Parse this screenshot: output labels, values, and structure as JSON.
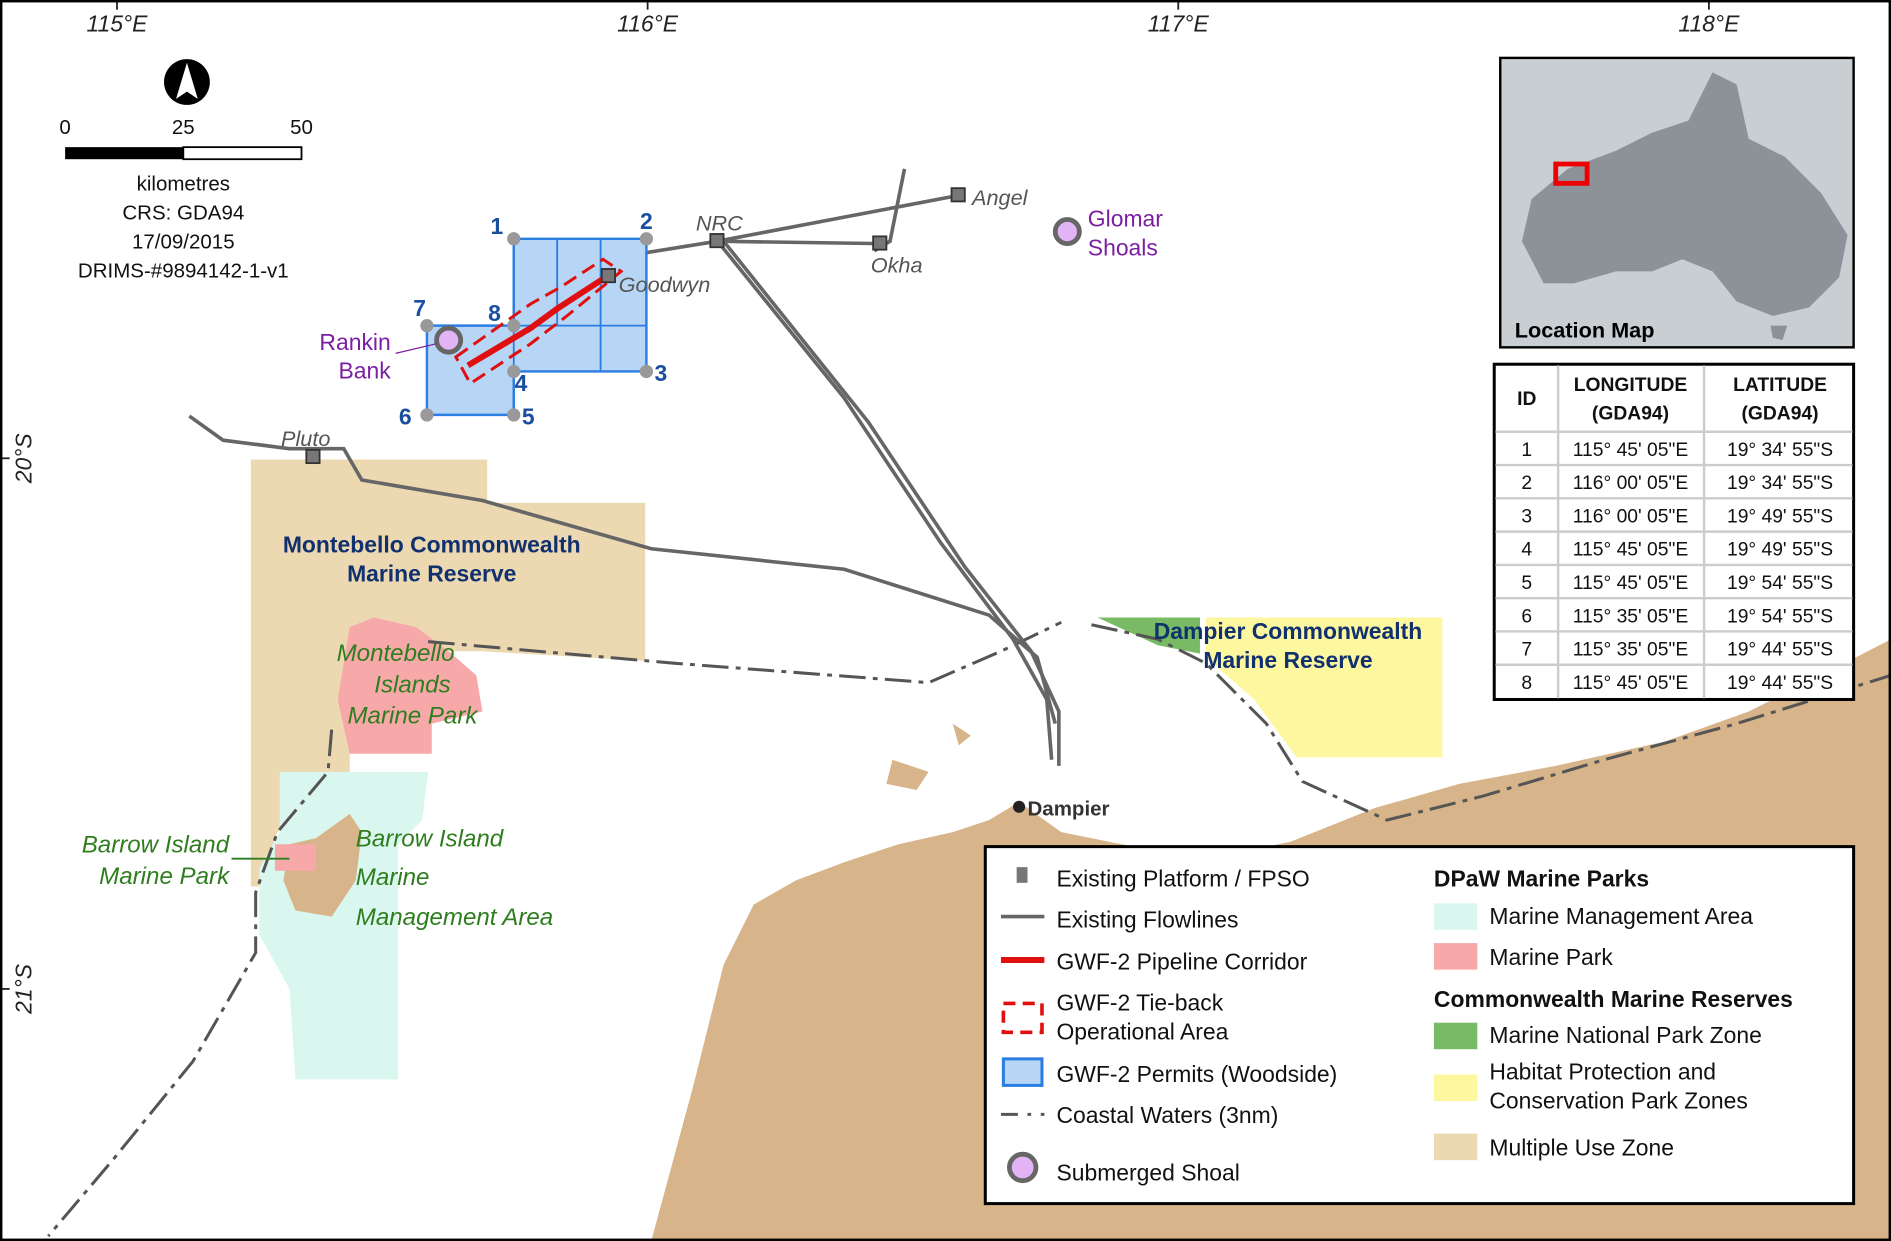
{
  "grid": {
    "longitudes": [
      "115°E",
      "116°E",
      "117°E",
      "118°E"
    ],
    "latitudes": [
      "20°S",
      "21°S"
    ]
  },
  "scale": {
    "ticks": [
      "0",
      "25",
      "50"
    ],
    "unit": "kilometres",
    "crs": "CRS: GDA94",
    "date": "17/09/2015",
    "doc_id": "DRIMS-#9894142-1-v1"
  },
  "platforms": [
    "Angel",
    "NRC",
    "Goodwyn",
    "Okha",
    "Pluto"
  ],
  "places": {
    "dampier": "Dampier"
  },
  "shoals": {
    "glomar": [
      "Glomar",
      "Shoals"
    ],
    "rankin": [
      "Rankin",
      "Bank"
    ]
  },
  "permit_points": [
    "1",
    "2",
    "3",
    "4",
    "5",
    "6",
    "7",
    "8"
  ],
  "reserves": {
    "montebello_cmr": [
      "Montebello Commonwealth",
      "Marine Reserve"
    ],
    "dampier_cmr": [
      "Dampier Commonwealth",
      "Marine Reserve"
    ]
  },
  "parks": {
    "montebello_islands": [
      "Montebello",
      "Islands",
      "Marine Park"
    ],
    "barrow_park": [
      "Barrow Island",
      "Marine Park"
    ],
    "barrow_mma": [
      "Barrow Island",
      "Marine",
      "Management Area"
    ]
  },
  "inset": {
    "title": "Location Map"
  },
  "coords_table": {
    "headers": [
      [
        "ID"
      ],
      [
        "LONGITUDE",
        "(GDA94)"
      ],
      [
        "LATITUDE",
        "(GDA94)"
      ]
    ],
    "rows": [
      [
        "1",
        "115° 45' 05\"E",
        "19° 34' 55\"S"
      ],
      [
        "2",
        "116° 00' 05\"E",
        "19° 34' 55\"S"
      ],
      [
        "3",
        "116° 00' 05\"E",
        "19° 49' 55\"S"
      ],
      [
        "4",
        "115° 45' 05\"E",
        "19° 49' 55\"S"
      ],
      [
        "5",
        "115° 45' 05\"E",
        "19° 54' 55\"S"
      ],
      [
        "6",
        "115° 35' 05\"E",
        "19° 54' 55\"S"
      ],
      [
        "7",
        "115° 35' 05\"E",
        "19° 44' 55\"S"
      ],
      [
        "8",
        "115° 45' 05\"E",
        "19° 44' 55\"S"
      ]
    ]
  },
  "legend": {
    "left": [
      "Existing Platform / FPSO",
      "Existing Flowlines",
      "GWF-2 Pipeline Corridor",
      [
        "GWF-2 Tie-back",
        "Operational Area"
      ],
      "GWF-2 Permits (Woodside)",
      "Coastal Waters (3nm)",
      "Submerged Shoal"
    ],
    "dpaw_heading": "DPaW Marine Parks",
    "dpaw": [
      "Marine Management Area",
      "Marine Park"
    ],
    "cmr_heading": "Commonwealth Marine Reserves",
    "cmr": [
      "Marine National Park Zone",
      [
        "Habitat Protection and",
        "Conservation Park Zones"
      ],
      "Multiple Use Zone"
    ]
  },
  "colors": {
    "land": "#d8b48a",
    "multiple_use": "#ecd9b2",
    "marine_park": "#f7a8a8",
    "mma": "#d9f7ee",
    "green_zone": "#78bb64",
    "yellow_zone": "#fdf7a0",
    "permit": "#b7d5f5",
    "permit_edge": "#2a7de1",
    "pipeline": "#e01010",
    "flowline": "#666666",
    "shoal": "#e2b4f5"
  }
}
